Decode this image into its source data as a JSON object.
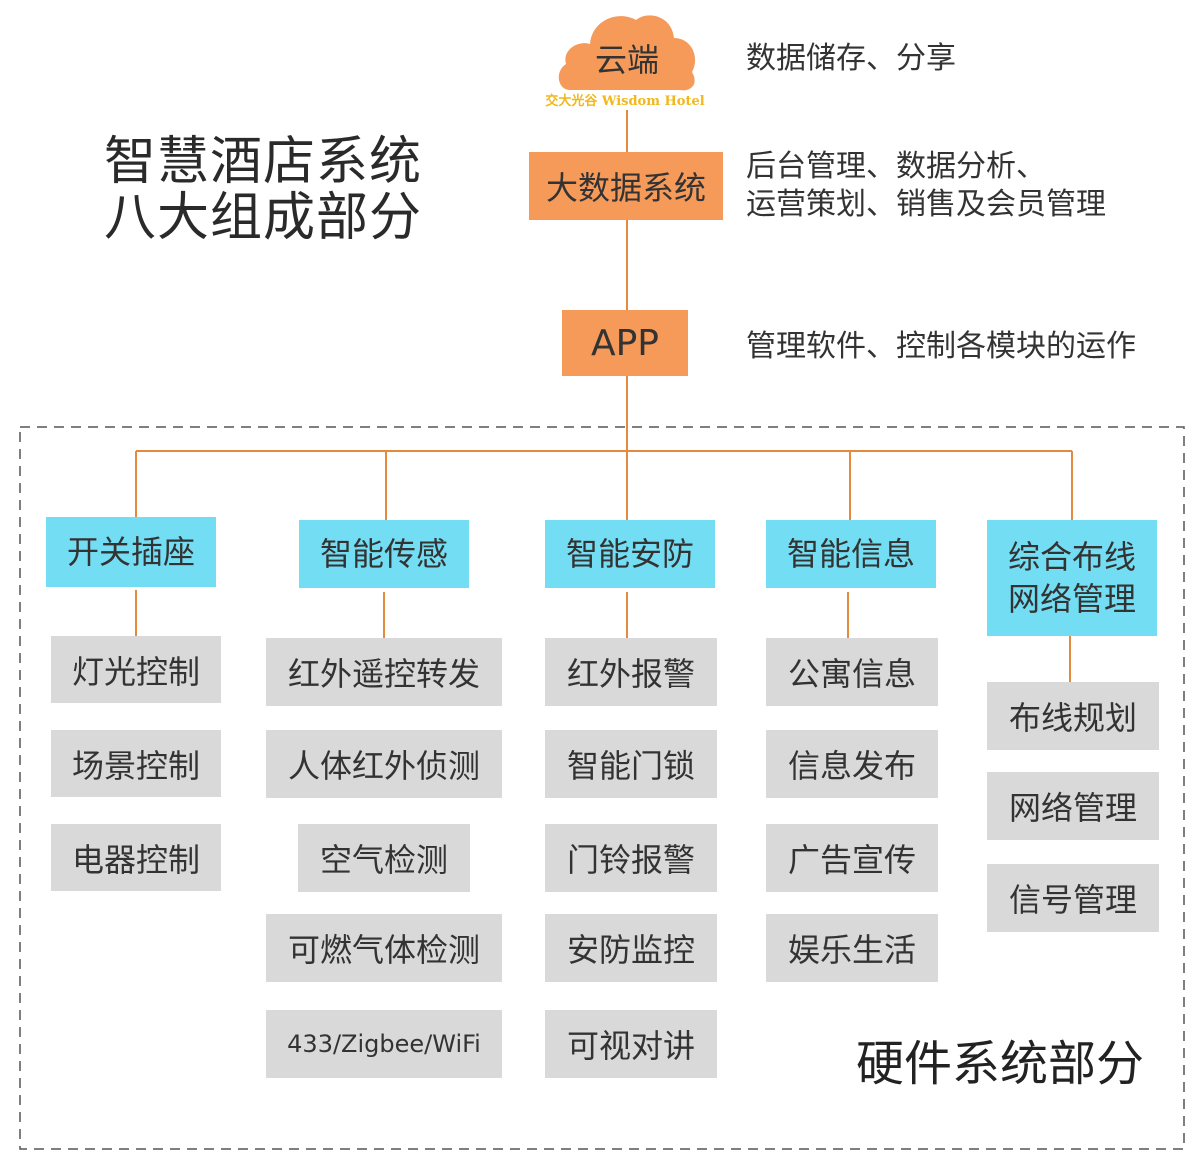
{
  "title": {
    "line1": "智慧酒店系统",
    "line2": "八大组成部分"
  },
  "cloud": {
    "label": "云端",
    "brand": "交大光谷 Wisdom Hotel",
    "description": "数据储存、分享"
  },
  "bigdata": {
    "label": "大数据系统",
    "description_line1": "后台管理、数据分析、",
    "description_line2": "运营策划、销售及会员管理"
  },
  "app": {
    "label": "APP",
    "description": "管理软件、控制各模块的运作"
  },
  "hardware_label": "硬件系统部分",
  "columns": [
    {
      "header": "开关插座",
      "items": [
        "灯光控制",
        "场景控制",
        "电器控制"
      ]
    },
    {
      "header": "智能传感",
      "items": [
        "红外遥控转发",
        "人体红外侦测",
        "空气检测",
        "可燃气体检测",
        "433/Zigbee/WiFi"
      ]
    },
    {
      "header": "智能安防",
      "items": [
        "红外报警",
        "智能门锁",
        "门铃报警",
        "安防监控",
        "可视对讲"
      ]
    },
    {
      "header": "智能信息",
      "items": [
        "公寓信息",
        "信息发布",
        "广告宣传",
        "娱乐生活"
      ]
    },
    {
      "header_line1": "综合布线",
      "header_line2": "网络管理",
      "items": [
        "布线规划",
        "网络管理",
        "信号管理"
      ]
    }
  ],
  "colors": {
    "connector": "#e38a3f",
    "orange_node": "#f69a5a",
    "cyan_node": "#73ddf3",
    "gray_node": "#d9d9d9",
    "brand_text": "#f1b81c"
  }
}
